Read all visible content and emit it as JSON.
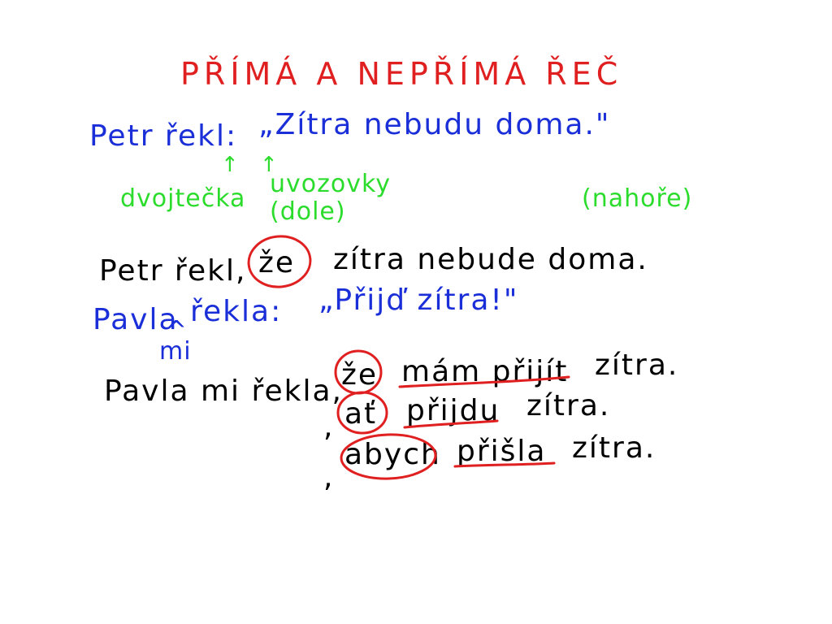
{
  "colors": {
    "title": "#e02020",
    "direct": "#1a2fd8",
    "note": "#2cdc2c",
    "plain": "#000000",
    "mark": "#e02020"
  },
  "title": "PŘÍMÁ A NEPŘÍMÁ ŘEČ",
  "example1": {
    "speaker": "Petr řekl:",
    "quote": "„Zítra nebudu doma.\"",
    "colon_arrow": "↑",
    "quote_arrow": "↑",
    "colon_note": "dvojtečka",
    "quote_note_line1": "uvozovky",
    "quote_note_line2": "(dole)",
    "upper_note": "(nahoře)",
    "indirect_start": "Petr řekl,",
    "indirect_conj": "že",
    "indirect_rest": "zítra nebude doma."
  },
  "example2": {
    "speaker": "Pavla",
    "caret": "^",
    "insert": "mi",
    "verb": "řekla:",
    "quote": "„Přijď zítra!\"",
    "indirect_start": "Pavla mi řekla,",
    "line1_conj": "že",
    "line1_verb": "mám přijít",
    "line1_rest": "zítra.",
    "line2_comma": ",",
    "line2_conj": "ať",
    "line2_verb": "přijdu",
    "line2_rest": "zítra.",
    "line3_comma": ",",
    "line3_conj": "abych",
    "line3_verb": "přišla",
    "line3_rest": "zítra."
  }
}
